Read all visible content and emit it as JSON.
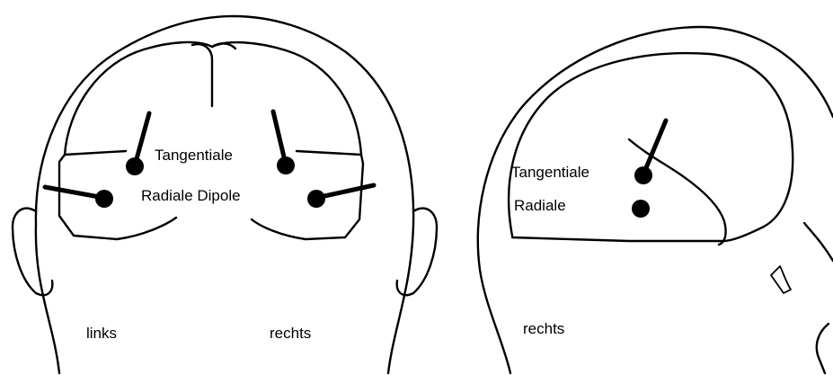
{
  "front_view": {
    "tangential_label": "Tangentiale",
    "radial_label": "Radiale Dipole",
    "left_side_label": "links",
    "right_side_label": "rechts"
  },
  "side_view": {
    "tangential_label": "Tangentiale",
    "radial_label": "Radiale",
    "side_label": "rechts"
  },
  "colors": {
    "line": "#000000",
    "background": "#ffffff"
  }
}
